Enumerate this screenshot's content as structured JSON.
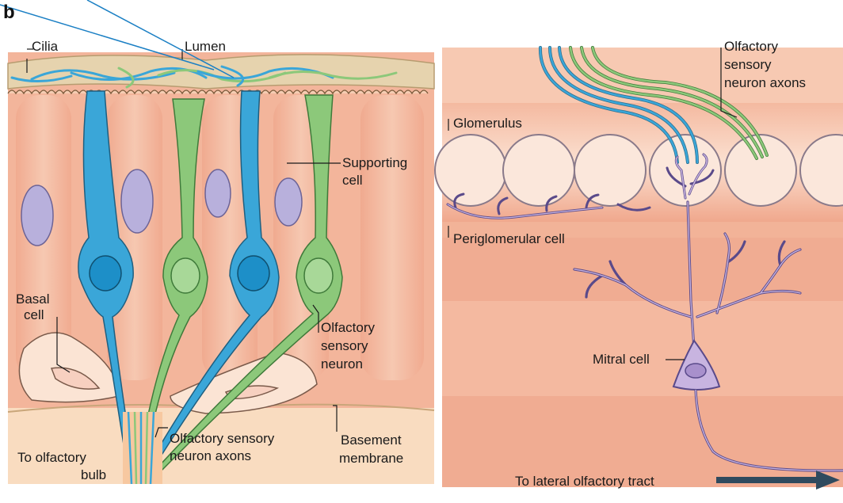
{
  "figure": {
    "panel_letter": "b"
  },
  "left_panel": {
    "labels": {
      "cilia": "Cilia",
      "lumen": "Lumen",
      "supporting_cell_1": "Supporting",
      "supporting_cell_2": "cell",
      "basal_cell_1": "Basal",
      "basal_cell_2": "cell",
      "osn_1": "Olfactory",
      "osn_2": "sensory",
      "osn_3": "neuron",
      "osn_axons_1": "Olfactory sensory",
      "osn_axons_2": "neuron axons",
      "to_bulb_1": "To olfactory",
      "to_bulb_2": "bulb",
      "basement_1": "Basement",
      "basement_2": "membrane"
    }
  },
  "right_panel": {
    "labels": {
      "axons_1": "Olfactory",
      "axons_2": "sensory",
      "axons_3": "neuron axons",
      "glomerulus": "Glomerulus",
      "periglomerular": "Periglomerular cell",
      "mitral": "Mitral cell",
      "lateral_tract": "To lateral olfactory tract"
    }
  },
  "colors": {
    "tissue": "#f2b59c",
    "tissue_dark": "#e9967a",
    "blue_neuron": "#3aa6d8",
    "green_neuron": "#8cc87a",
    "nucleus_purple": "#b8b0dc",
    "mitral_purple": "#b9a3d3",
    "membrane_tan": "#e8d6b0",
    "arrow": "#2f4a5e",
    "pointer_line": "#1a7fc4"
  }
}
